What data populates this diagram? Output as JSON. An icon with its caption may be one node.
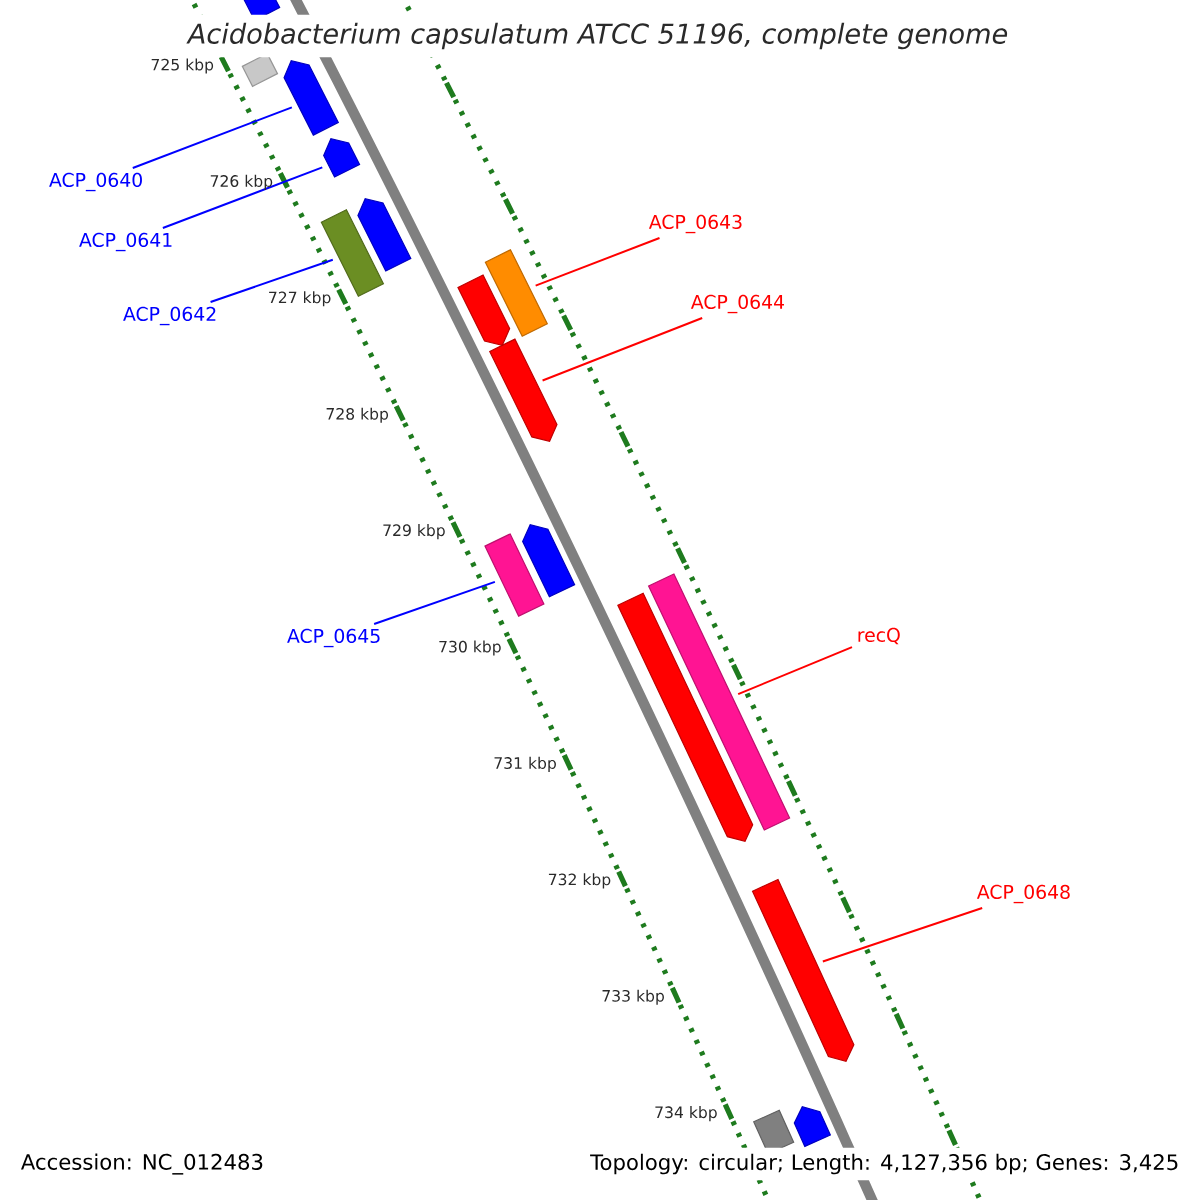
{
  "diagram": {
    "title": "Acidobacterium capsulatum ATCC 51196, complete genome",
    "nodes": [
      {
        "text": [
          "ACP_0640"
        ]
      },
      {
        "text": [],
        "shape": "bar"
      },
      {
        "text": [
          "ACP_0641"
        ]
      },
      {
        "text": [],
        "shape": "bar"
      },
      {
        "text": [
          "ACP_0642"
        ]
      },
      {
        "text": [],
        "shape": "bar"
      },
      {
        "text": [
          "ACP_0643"
        ]
      },
      {
        "text": [],
        "shape": "bar"
      },
      {
        "text": [
          "ACP_0644"
        ]
      },
      {
        "text": [],
        "shape": "bar"
      },
      {
        "text": [
          "ACP_0645"
        ]
      },
      {
        "text": [],
        "shape": "bar"
      },
      {
        "text": [
          "recQ"
        ]
      },
      {
        "text": [],
        "shape": "bar"
      },
      {
        "text": [
          "ACP_0648"
        ]
      },
      {
        "text": [],
        "shape": "bar"
      },
      {
        "text": [],
        "shape": "bar"
      },
      {
        "text": [],
        "shape": "bar"
      },
      {
        "text": [],
        "shape": "bar"
      },
      {
        "text": [],
        "shape": "bar"
      },
      {
        "text": [],
        "shape": "bar"
      },
      {
        "text": [],
        "shape": "bar"
      },
      {
        "text": [],
        "shape": "bar"
      },
      {
        "text": [],
        "shape": "bar"
      }
    ],
    "edges": [
      {
        "from": 0,
        "to": 1,
        "arrow": "none",
        "color": "#0000ff"
      },
      {
        "from": 2,
        "to": 3,
        "arrow": "none",
        "color": "#0000ff"
      },
      {
        "from": 4,
        "to": 5,
        "arrow": "none",
        "color": "#0000ff"
      },
      {
        "from": 6,
        "to": 7,
        "arrow": "none",
        "color": "#ff0000"
      },
      {
        "from": 8,
        "to": 9,
        "arrow": "none",
        "color": "#ff0000"
      },
      {
        "from": 10,
        "to": 11,
        "arrow": "none",
        "color": "#0000ff"
      },
      {
        "from": 12,
        "to": 13,
        "arrow": "none",
        "color": "#ff0000"
      },
      {
        "from": 14,
        "to": 15,
        "arrow": "none",
        "color": "#ff0000"
      }
    ],
    "labels": [
      "725 kbp",
      "726 kbp",
      "727 kbp",
      "728 kbp",
      "729 kbp",
      "730 kbp",
      "731 kbp",
      "732 kbp",
      "733 kbp",
      "734 kbp",
      "Accession: NC_012483",
      "Topology: circular; Length: 4,127,356 bp; Genes: 3,425"
    ]
  }
}
